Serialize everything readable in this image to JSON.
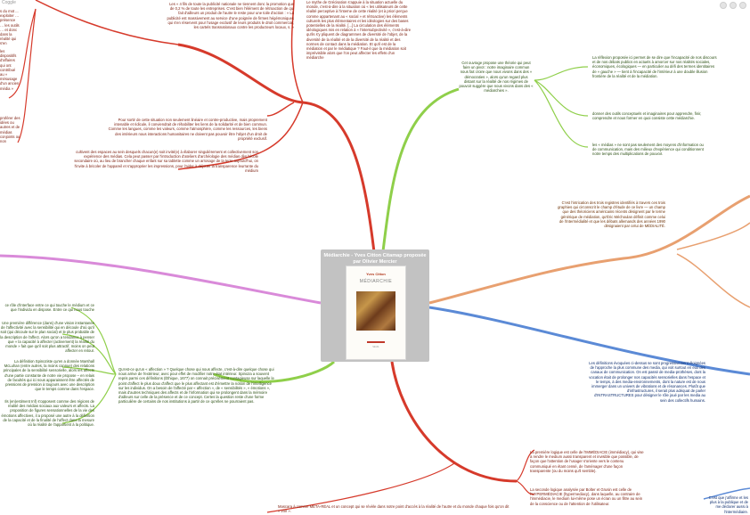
{
  "app": {
    "logo": "Coggle"
  },
  "central": {
    "title": "Médiarchie - Yves Citton Citamap proposée par Olivier Mercier",
    "book_author": "Yves Citton",
    "book_title": "MÉDIARCHIE",
    "book_publisher": "SEUIL"
  },
  "colors": {
    "red": "#d63a2b",
    "green": "#8fcf4a",
    "orange": "#e8a070",
    "blue": "#5b8ad6",
    "pink": "#d98ad9",
    "central_bg": "#c2c2c2"
  },
  "notes": {
    "left_1": "Les « 4 fils de toute la publicité nationale ne tiennent donc la promotion que de 0,2 % de toute les entreprises. C'est bien l'élément de rétroaction de qui fait d'ailleurs un produit de l'autre le reste pour une toile d'action : » La publicité est massivement au service d'une poignée de firmes hégémoniques qui s'en réservent pour l'usage exclusif de leurs produits le droit commercial, les cartels transnationaux contre les producteurs locaux, s. »",
    "left_2": "Le mythe de Grécisation s'appuie à la situation actuelle du monde, c'est-à-dire à la situation où « les utilisateurs de cette réalité perceptive à l'interne de cette réalité (et à priori perçue comme appartenant au « social » et rétroactive) les éléments culturels les plus élémentaires et les idéologies sur des bases potentielles de la réalité. [...] La circulation des éléments idéologiques mis en relation à « l'intersubjectivité », c'est-à-dire qu'ils s'y pliquent de diagrammes de diversité de l'objet, de la diversité de la réalité et de la diversité de la réalité et des normes de contact dans la médiation. Et qu'il est de la médiation et par le médiatique ? Faut-il que la médiation soit imprévisible alors que l'on peut affecter les effets d'un médiarche",
    "left_3": "Pour sortir de cette situation non seulement linéaire et contre-productive, mais proprement intenable et ridicule, il conviendrait de réhabiliter les liens de la solidarité et de bien commun. Comme les langues, comme les valeurs, comme l'atmosphère, comme les ressources, les biens des intérieurs nous interactions humanitaires ne doivent pas pouvoir être l'objet d'un droit de propriété exclusif.",
    "left_4": "cultivent des espaces au sein desquels chacun(e) soit invité(e) à élaborer singulièrement et collectivement son expérience des médias. Cela peut passer par l'introduction d'ateliers d'archéologie des médias dès l'école secondaire où, au lieu de brancher chaque enfant sur sa tablette comme un arrosage de la terre aujourd'hui, on l'invite à bricoler de l'appareil et s'approprier les impressions, pour l'aider à déjouer la transparence leurrante du médium",
    "far_left_1": "s du mot ... exploiter … présence … les outils … et donc dans la réalité qui s'en dégage",
    "far_left_2": "les dispositifs d'affaires qui ont contribué au « mésusage d'un ancien média »",
    "far_left_3": "proférer des idées ou autres et de médias conjoints ou non",
    "green_top": "Cet ouvrage propose une théorie qui peut faire un pivot : notre imaginaire commun nous fait croire que nous vivons dans des « démocraties », alors qu'un regard plus distant sur la réalité de nos régimes de pouvoir suggère que nous vivons dans des « médiarchies ».",
    "green_r1": "La réflexion proposée ici permet de se dire que l'incapacité de nos discours et de nos débats publics en actuels à amorcer sur nos réalités sociales, économiques, écologiques — en particulier au défi des termes identitaires de « gauche » — tient à l'incapacité de l'intérieur à une double illusion frontière de la réalité et de la médiation.",
    "green_r2": "donner des outils conceptuels et imaginaires pour apprendre, finir, comprendre et nous former en quoi consiste cette médiarchie.",
    "green_r3": "les « médias » ne sont pas seulement des moyens d'information ou de communication, mais des milieux d'expérience qui conditionnent notre temps des multiplications de pouvoir.",
    "orange_1": "C'est l'intrication des trois registres identifiés à travers ces trois graphies qui circonscrit le champ d'étude de ce livre — un champ que des théoriciens américains récents désignent par le terme générique de médiation, qu'Éric Méchoulan définit comme celui de l'intermédialité et que les débats allemands des années 1990 désignaient par celui de MÉDIALITÉ.",
    "blue_1": "Les définitions évoquées ci-dessus se sont progressivement éloignées de l'approche la plus commune des media, qui voit surtout en eux des canaux de communication. On est passé de media-prothèses, dont la vocation était de prolonger nos capacités sensorielles dans l'espace et le temps, à des media-environnements, dont la nature est de nous immerger dans un univers de vibrations et de résonances. Plutôt que d'infrastructures, il serait plus adéquat de parler d'INTRASTRUCTURES pour désigner le rôle joué par les media au sein des collectifs humains.",
    "green_bottom": "Qu'est-ce qu'un « affection » ? Quelque chose qui nous affecte, c'est-à-dire quelque chose qui nous arrive de l'extérieur, avec pour effet de modifier notre état intérieur. Spinoza a souvent repris parmi ces définitions (Éthique, 1677) on connait précisément contagieuse sur laquelle le point d'affect le plus doux d'affect que le plus affectant est d'émettre la notion de l'intelligence sur les individus. On a besoin de l'affecté par « affection », de « sensibilités », « émotions », mais d'autres techniques des affects et de l'information qui se prolongent dans la mémoire d'ailleurs sur celle de la présence et de ce concept. Certes la question reste d'une forme particulière de certains de nos institutions à partir de ce qu'elles ne pourraient pas.",
    "left_bottom_1": "ce rôle d'interface entre ce qui touche le médium et ce que l'individu en dispose. Entre ce qui nous touche",
    "left_bottom_2": "Une première différence (dans) d'une vision instantanée de l'affectivité avec la sensibilité qui en découle d'où qu'il soit (qui découle sur le plan social) et le plus probable de la description de l'affect. Alors qu'on a tendance à penser que « la capacité à affecter (activement) la réalité du monde » fait que qu'il soit plus attractif, moins on peut affecter en retour.",
    "left_bottom_3": "La définition Spinoziste qu'en a donnée Marshall McLuhan (entre autres, la moins connue) des relations principales de la sensibilité sensorielle, alors les affects d'une partie constante de notre vie propose – en relais de facultés qui ici nous apparaissent être affectés de pressions de pression à toujours avec une description que le temps comme dans l'espace.",
    "left_bottom_4": "Ils (en)estiment Inf) s'opposent comme des régions de réalité des médias sociaux aux valeurs et affects. La proposition de figures sensationnelles de la vie des émotions affectives, il a proposé une autre à la définition de la capacité et de la finalité de l'affect dans la mesure où la réalité de l'appartient à la politique.",
    "bottom_center_1": "Mascara à comme MÉTA-RÉAL et un concept qui se révèle dans notre point d'accès à la réalité de l'autre et du monde chaque fois qu'on dit « voir ».",
    "bottom_right_1": "La première logique est celle de l'IMMÉDIACIE (immédiacy), qui vise à rendre le medium aussi transparent et invisible que possible, de façon que l'attention de l'usager s'oriente vers le contenu communiqué en étant censé, de l'aménager d'une façon transparente (ou du moins qu'il semble).",
    "bottom_right_2": "La seconde logique analysée par Bolter et Grusin est celle de l'HYPERMÉDIACIE (hypermediacy), dans laquelle, au contraire de l'immédiacie, le medium lui-même pose un écran ou un filtre au sein de la conscience ou de l'attention de l'utilisateur.",
    "far_right_bottom": "C'est que j'affirme et les plus à la publique et de me déclarer aussi à l'intermédiaire."
  }
}
